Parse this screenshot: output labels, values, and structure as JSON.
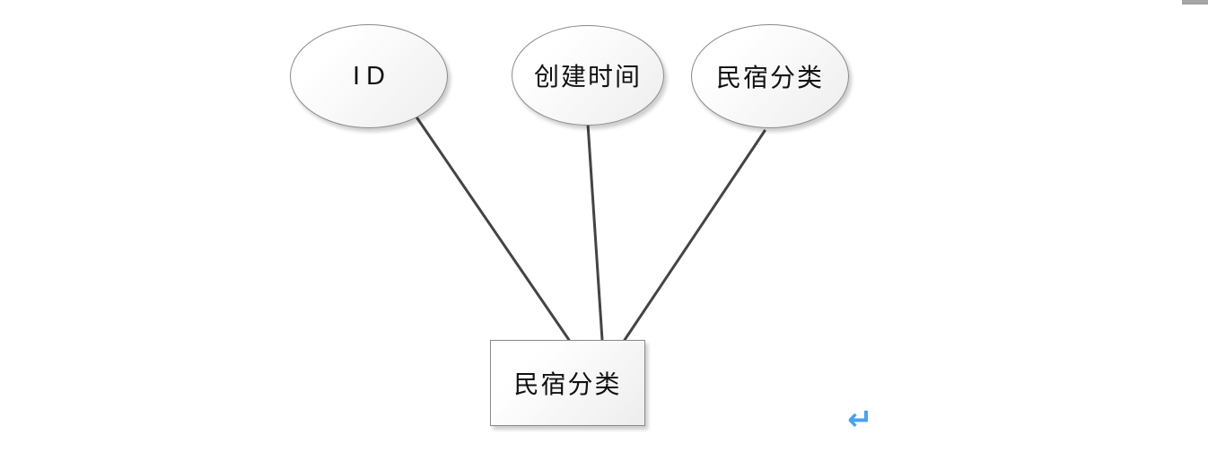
{
  "diagram": {
    "type": "entity-attribute-er-diagram",
    "attributes": [
      {
        "label": "ID"
      },
      {
        "label": "创建时间"
      },
      {
        "label": "民宿分类"
      }
    ],
    "entity": {
      "label": "民宿分类"
    },
    "connections": [
      {
        "from": "ID",
        "to": "民宿分类"
      },
      {
        "from": "创建时间",
        "to": "民宿分类"
      },
      {
        "from": "民宿分类",
        "to": "民宿分类"
      }
    ]
  },
  "marks": {
    "line_break_mark": "↵"
  },
  "colors": {
    "connector": "#444444",
    "shape_border": "#898989",
    "shape_fill_start": "#ffffff",
    "shape_fill_end": "#ededed",
    "accent_blue": "#4aa1f3",
    "scrollbar_gray": "#a6a6a6"
  }
}
